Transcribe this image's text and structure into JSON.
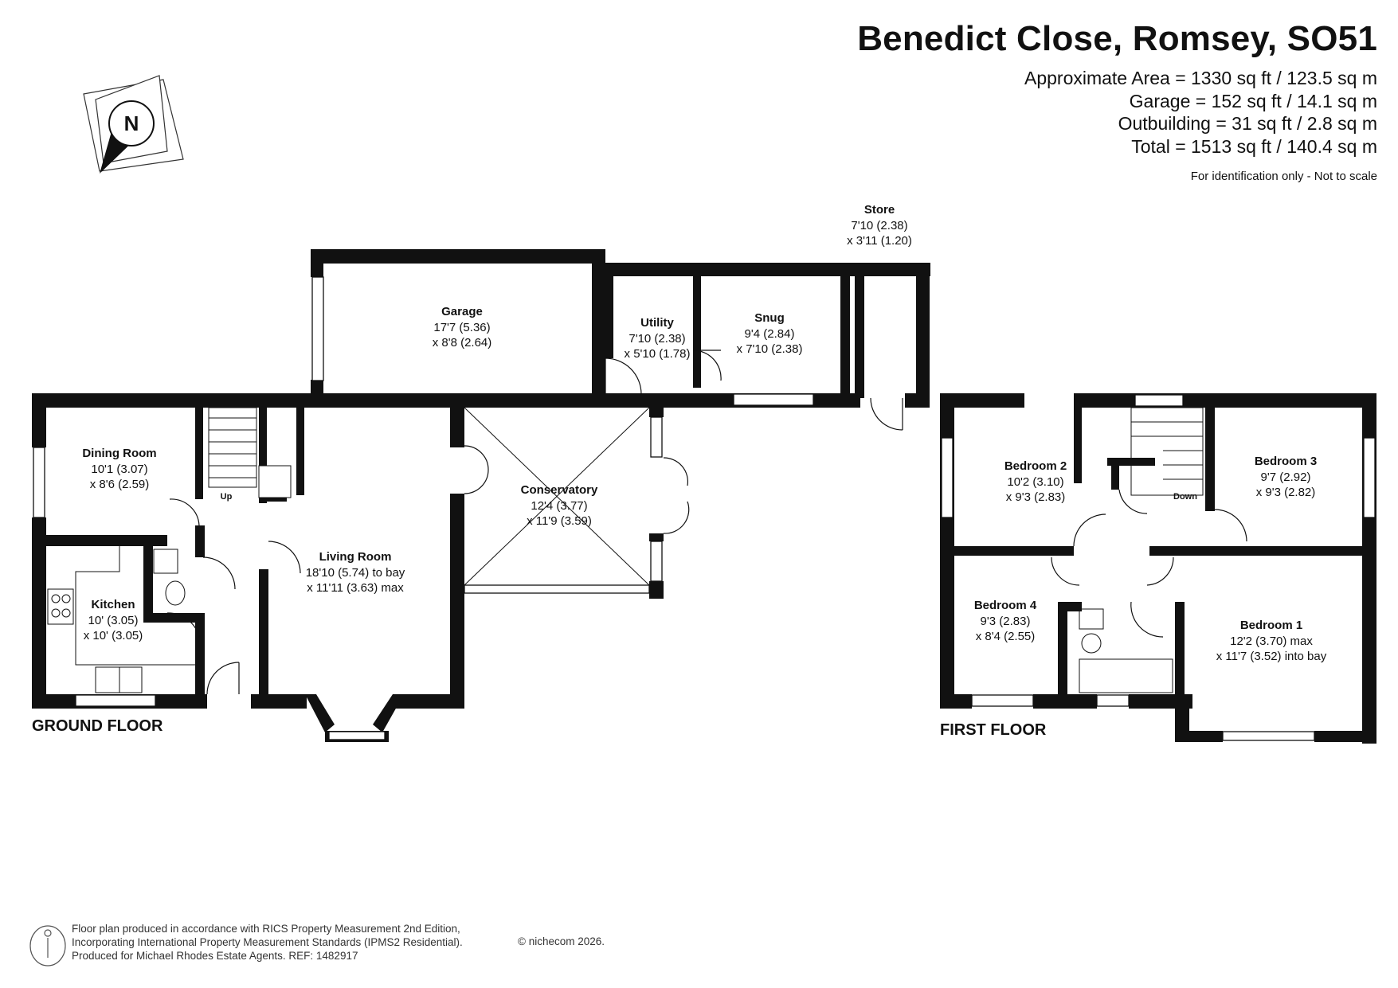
{
  "header": {
    "title": "Benedict Close, Romsey, SO51",
    "areas": [
      "Approximate Area = 1330 sq ft / 123.5 sq m",
      "Garage = 152 sq ft / 14.1 sq m",
      "Outbuilding = 31 sq ft / 2.8 sq m",
      "Total = 1513 sq ft / 140.4 sq m"
    ],
    "note": "For identification only - Not to scale"
  },
  "compass": {
    "label": "N"
  },
  "floors": {
    "ground": "GROUND FLOOR",
    "first": "FIRST FLOOR"
  },
  "rooms": {
    "store": {
      "name": "Store",
      "dim1": "7'10 (2.38)",
      "dim2": "x 3'11 (1.20)"
    },
    "garage": {
      "name": "Garage",
      "dim1": "17'7 (5.36)",
      "dim2": "x 8'8 (2.64)"
    },
    "utility": {
      "name": "Utility",
      "dim1": "7'10 (2.38)",
      "dim2": "x 5'10 (1.78)"
    },
    "snug": {
      "name": "Snug",
      "dim1": "9'4 (2.84)",
      "dim2": "x 7'10 (2.38)"
    },
    "dining": {
      "name": "Dining Room",
      "dim1": "10'1 (3.07)",
      "dim2": "x 8'6 (2.59)"
    },
    "conservatory": {
      "name": "Conservatory",
      "dim1": "12'4 (3.77)",
      "dim2": "x 11'9 (3.59)"
    },
    "living": {
      "name": "Living Room",
      "dim1": "18'10 (5.74) to bay",
      "dim2": "x 11'11 (3.63) max"
    },
    "kitchen": {
      "name": "Kitchen",
      "dim1": "10' (3.05)",
      "dim2": "x 10' (3.05)"
    },
    "bed2": {
      "name": "Bedroom 2",
      "dim1": "10'2 (3.10)",
      "dim2": "x 9'3 (2.83)"
    },
    "bed3": {
      "name": "Bedroom 3",
      "dim1": "9'7 (2.92)",
      "dim2": "x 9'3 (2.82)"
    },
    "bed4": {
      "name": "Bedroom 4",
      "dim1": "9'3 (2.83)",
      "dim2": "x 8'4 (2.55)"
    },
    "bed1": {
      "name": "Bedroom 1",
      "dim1": "12'2 (3.70) max",
      "dim2": "x 11'7 (3.52) into bay"
    }
  },
  "stairs": {
    "up": "Up",
    "down": "Down"
  },
  "footer": {
    "lines": [
      "Floor plan produced in accordance with RICS Property Measurement 2nd Edition,",
      "Incorporating International Property Measurement Standards (IPMS2 Residential).",
      "Produced for Michael Rhodes Estate Agents.   REF: 1482917"
    ],
    "brand": "© nichecom 2026."
  }
}
